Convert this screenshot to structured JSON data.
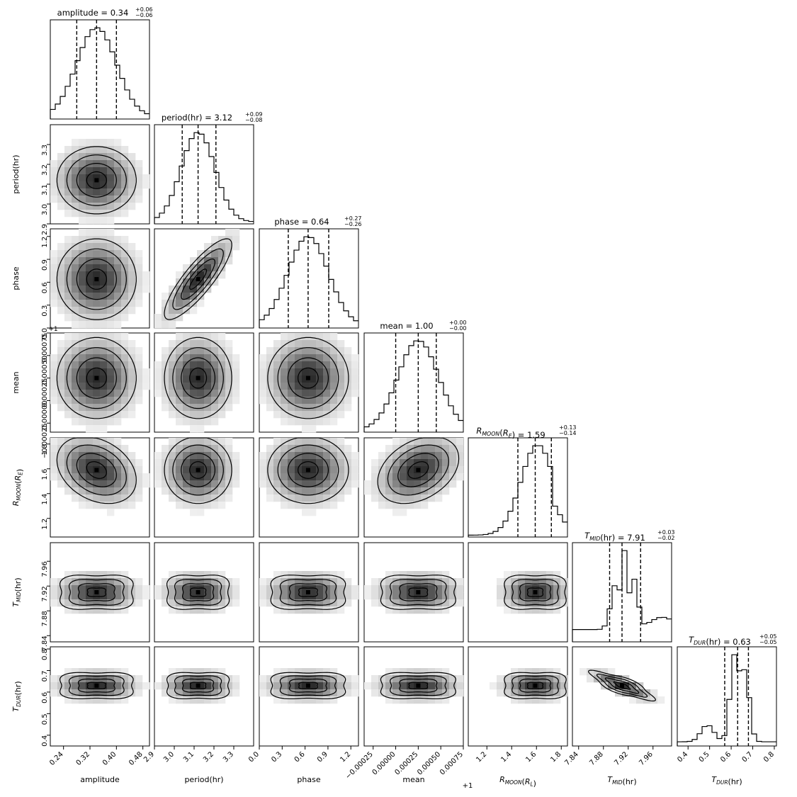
{
  "chart_data": {
    "type": "corner",
    "parameters": [
      {
        "key": "amplitude",
        "label": "amplitude",
        "range": [
          0.2,
          0.5
        ],
        "ticks": [
          0.24,
          0.32,
          0.4,
          0.48
        ],
        "tick_labels": [
          "0.24",
          "0.32",
          "0.40",
          "0.48"
        ],
        "median": 0.34,
        "plus": "+0.06",
        "minus": "−0.06",
        "q_low": 0.28,
        "q_high": 0.4,
        "title_value": "0.34"
      },
      {
        "key": "period",
        "label": "period(hr)",
        "range": [
          2.9,
          3.4
        ],
        "ticks": [
          2.9,
          3.0,
          3.1,
          3.2,
          3.3
        ],
        "tick_labels": [
          "2.9",
          "3.0",
          "3.1",
          "3.2",
          "3.3"
        ],
        "median": 3.12,
        "plus": "+0.09",
        "minus": "−0.08",
        "q_low": 3.04,
        "q_high": 3.21,
        "title_value": "3.12"
      },
      {
        "key": "phase",
        "label": "phase",
        "range": [
          0.0,
          1.3
        ],
        "ticks": [
          0.0,
          0.3,
          0.6,
          0.9,
          1.2
        ],
        "tick_labels": [
          "0.0",
          "0.3",
          "0.6",
          "0.9",
          "1.2"
        ],
        "median": 0.64,
        "plus": "+0.27",
        "minus": "−0.26",
        "q_low": 0.38,
        "q_high": 0.91,
        "title_value": "0.64"
      },
      {
        "key": "mean",
        "label": "mean",
        "range": [
          -0.00035,
          0.00075
        ],
        "ticks": [
          -0.00025,
          0.0,
          0.00025,
          0.0005,
          0.00075
        ],
        "tick_labels": [
          "−0.00025",
          "0.00000",
          "0.00025",
          "0.00050",
          "0.00075"
        ],
        "median": 0.00025,
        "plus": "+0.00",
        "minus": "−0.00",
        "q_low": 0.0,
        "q_high": 0.00045,
        "title_value": "1.00",
        "offset_label": "+1"
      },
      {
        "key": "rmoon",
        "label": "R_MOON(R_E)",
        "range": [
          1.05,
          1.85
        ],
        "ticks": [
          1.2,
          1.4,
          1.6,
          1.8
        ],
        "tick_labels": [
          "1.2",
          "1.4",
          "1.6",
          "1.8"
        ],
        "median": 1.59,
        "plus": "+0.13",
        "minus": "−0.14",
        "q_low": 1.45,
        "q_high": 1.72,
        "title_value": "1.59"
      },
      {
        "key": "tmid",
        "label": "T_MID(hr)",
        "range": [
          7.83,
          7.99
        ],
        "ticks": [
          7.84,
          7.88,
          7.92,
          7.96
        ],
        "tick_labels": [
          "7.84",
          "7.88",
          "7.92",
          "7.96"
        ],
        "median": 7.91,
        "plus": "+0.03",
        "minus": "−0.02",
        "q_low": 7.89,
        "q_high": 7.94,
        "title_value": "7.91"
      },
      {
        "key": "tdur",
        "label": "T_DUR(hr)",
        "range": [
          0.35,
          0.81
        ],
        "ticks": [
          0.4,
          0.5,
          0.6,
          0.7,
          0.8
        ],
        "tick_labels": [
          "0.4",
          "0.5",
          "0.6",
          "0.7",
          "0.8"
        ],
        "median": 0.63,
        "plus": "+0.05",
        "minus": "−0.05",
        "q_low": 0.57,
        "q_high": 0.68,
        "title_value": "0.63"
      }
    ],
    "axis_labels": {
      "x": [
        "amplitude",
        "period(hr)",
        "phase",
        "mean",
        "R_MOON(R_L)",
        "T_MID(hr)",
        "T_DUR(hr)"
      ],
      "y": [
        "period(hr)",
        "phase",
        "mean",
        "R_MOON(R_E)",
        "T_MID(hr)",
        "T_DUR(hr)"
      ]
    },
    "titles": [
      {
        "name": "amplitude",
        "value": "0.34",
        "plus": "+0.06",
        "minus": "−0.06"
      },
      {
        "name": "period(hr)",
        "value": "3.12",
        "plus": "+0.09",
        "minus": "−0.08"
      },
      {
        "name": "phase",
        "value": "0.64",
        "plus": "+0.27",
        "minus": "−0.26"
      },
      {
        "name": "mean",
        "value": "1.00",
        "plus": "+0.00",
        "minus": "−0.00"
      },
      {
        "name": "R_MOON(R_E)",
        "value": "1.59",
        "plus": "+0.13",
        "minus": "−0.14"
      },
      {
        "name": "T_MID(hr)",
        "value": "7.91",
        "plus": "+0.03",
        "minus": "−0.02"
      },
      {
        "name": "T_DUR(hr)",
        "value": "0.63",
        "plus": "+0.05",
        "minus": "−0.05"
      }
    ],
    "offset_labels": [
      "+1",
      "+1"
    ],
    "correlations": {
      "period-phase": 0.85,
      "amplitude-rmoon": -0.3,
      "mean-rmoon": 0.35,
      "tmid-tdur": -0.8
    },
    "grid": false
  }
}
